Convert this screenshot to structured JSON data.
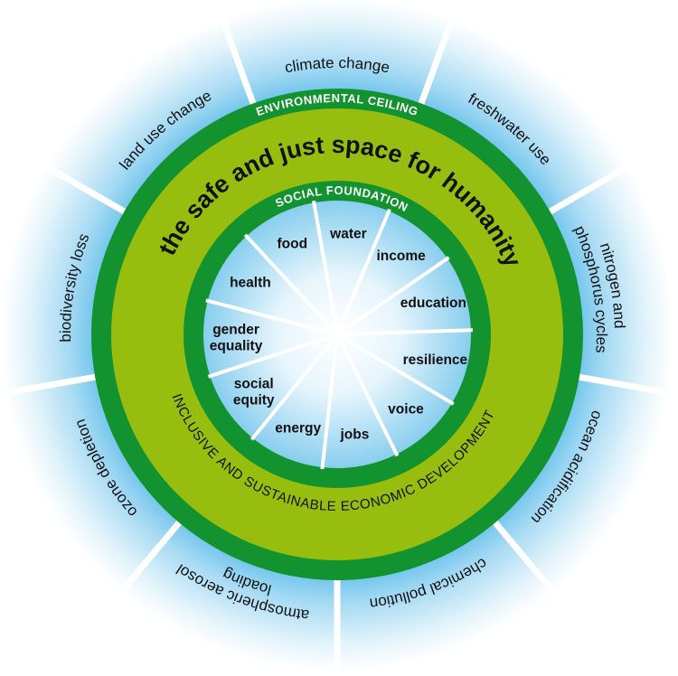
{
  "diagram": {
    "title": "the safe and just space for humanity",
    "environmental_ceiling_label": "ENVIRONMENTAL CEILING",
    "social_foundation_label": "SOCIAL FOUNDATION",
    "economic_label": "INCLUSIVE AND SUSTAINABLE ECONOMIC DEVELOPMENT",
    "colors": {
      "outer_blue": "#7ccbef",
      "dark_green": "#13932f",
      "light_green": "#97be0e",
      "inner_blue": "#86cdee",
      "text": "#111111",
      "white": "#ffffff"
    },
    "planetary_boundaries": [
      {
        "lines": [
          "climate change"
        ]
      },
      {
        "lines": [
          "freshwater use"
        ]
      },
      {
        "lines": [
          "nitrogen and",
          "phosphorus cycles"
        ]
      },
      {
        "lines": [
          "ocean acidification"
        ]
      },
      {
        "lines": [
          "chemical pollution"
        ]
      },
      {
        "lines": [
          "atmospheric aerosol",
          "loading"
        ]
      },
      {
        "lines": [
          "ozone depletion"
        ]
      },
      {
        "lines": [
          "biodiversity loss"
        ]
      },
      {
        "lines": [
          "land use change"
        ]
      }
    ],
    "social_foundation": [
      {
        "lines": [
          "water"
        ]
      },
      {
        "lines": [
          "income"
        ]
      },
      {
        "lines": [
          "education"
        ]
      },
      {
        "lines": [
          "resilience"
        ]
      },
      {
        "lines": [
          "voice"
        ]
      },
      {
        "lines": [
          "jobs"
        ]
      },
      {
        "lines": [
          "energy"
        ]
      },
      {
        "lines": [
          "social",
          "equity"
        ]
      },
      {
        "lines": [
          "gender",
          "equality"
        ]
      },
      {
        "lines": [
          "health"
        ]
      },
      {
        "lines": [
          "food"
        ]
      }
    ]
  }
}
